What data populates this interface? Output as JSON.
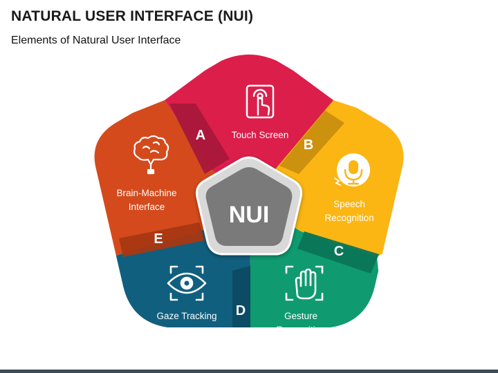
{
  "title": "NATURAL USER INTERFACE (NUI)",
  "subtitle": "Elements of Natural User Interface",
  "center": {
    "label": "NUI"
  },
  "segments": [
    {
      "id": "touch",
      "label_lines": [
        "Touch Screen"
      ],
      "letter": "A",
      "color": "#dc1e4a",
      "icon": "touch-screen-icon"
    },
    {
      "id": "speech",
      "label_lines": [
        "Speech",
        "Recognition"
      ],
      "letter": "B",
      "color": "#fbb614",
      "icon": "microphone-icon"
    },
    {
      "id": "gesture",
      "label_lines": [
        "Gesture",
        "Recognition"
      ],
      "letter": "C",
      "color": "#0f9a70",
      "icon": "hand-gesture-icon"
    },
    {
      "id": "gaze",
      "label_lines": [
        "Gaze Tracking"
      ],
      "letter": "D",
      "color": "#115f7e",
      "icon": "eye-icon"
    },
    {
      "id": "brain",
      "label_lines": [
        "Brain-Machine",
        "Interface"
      ],
      "letter": "E",
      "color": "#d44a1c",
      "icon": "brain-icon"
    }
  ]
}
